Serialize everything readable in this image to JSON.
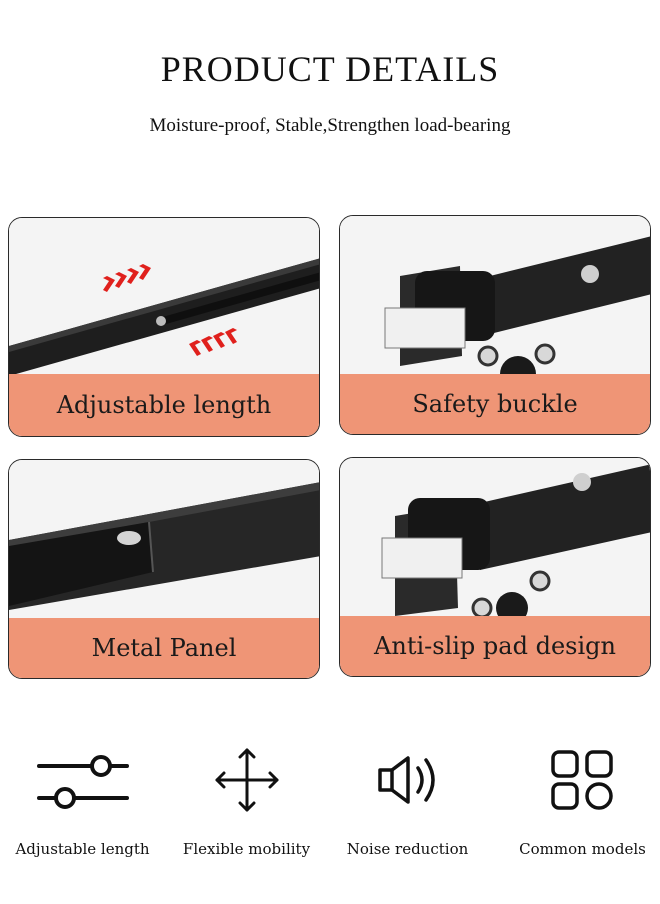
{
  "header": {
    "title": "PRODUCT DETAILS",
    "subtitle": "Moisture-proof, Stable,Strengthen load-bearing"
  },
  "cards": [
    {
      "label": "Adjustable length",
      "image": "extendable-rail-with-arrows"
    },
    {
      "label": "Safety buckle",
      "image": "buckle-with-wheels"
    },
    {
      "label": "Metal Panel",
      "image": "metal-panel-joint"
    },
    {
      "label": "Anti-slip pad design",
      "image": "anti-slip-pad-with-wheels"
    }
  ],
  "features": [
    {
      "label": "Adjustable length",
      "icon": "sliders-icon"
    },
    {
      "label": "Flexible mobility",
      "icon": "move-arrows-icon"
    },
    {
      "label": "Noise reduction",
      "icon": "speaker-icon"
    },
    {
      "label": "Common models",
      "icon": "grid-icon"
    }
  ],
  "colors": {
    "band": "#ef9576",
    "arrows": "#e0201c",
    "metal": "#1c1c1c"
  }
}
